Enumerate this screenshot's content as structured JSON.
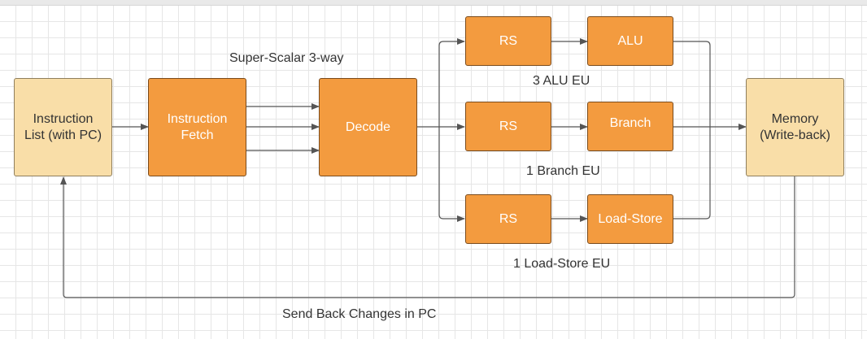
{
  "diagram": {
    "nodes": {
      "instruction_list": "Instruction\nList (with PC)",
      "instruction_fetch": "Instruction\nFetch",
      "decode": "Decode",
      "rs_alu": "RS",
      "alu": "ALU",
      "rs_branch": "RS",
      "branch": "Branch",
      "rs_load_store": "RS",
      "load_store": "Load-Store",
      "memory": "Memory\n(Write-back)"
    },
    "labels": {
      "superscalar": "Super-Scalar 3-way",
      "alu_eu": "3 ALU EU",
      "branch_eu": "1 Branch EU",
      "load_store_eu": "1 Load-Store EU",
      "send_back": "Send Back Changes in PC"
    },
    "colors": {
      "process_box": "#f39b3f",
      "io_box": "#f9dea8",
      "connector": "#555555"
    }
  }
}
